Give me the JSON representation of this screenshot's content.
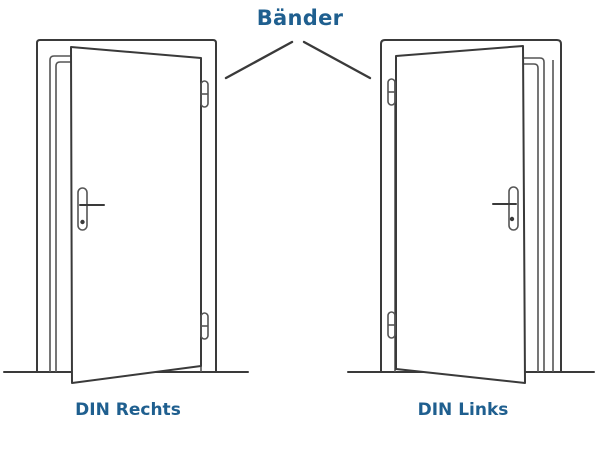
{
  "diagram": {
    "title": "Bänder",
    "title_color": "#1f5f8f",
    "line_color": "#3a3a3a",
    "background": "#ffffff",
    "doors": [
      {
        "id": "left",
        "caption": "DIN Rechts",
        "hinge_side": "right",
        "hinges": 2,
        "handle_side": "left"
      },
      {
        "id": "right",
        "caption": "DIN Links",
        "hinge_side": "left",
        "hinges": 2,
        "handle_side": "right"
      }
    ],
    "pointers": {
      "from": "title",
      "to": [
        "left-door-top-hinge",
        "right-door-top-hinge"
      ]
    }
  }
}
